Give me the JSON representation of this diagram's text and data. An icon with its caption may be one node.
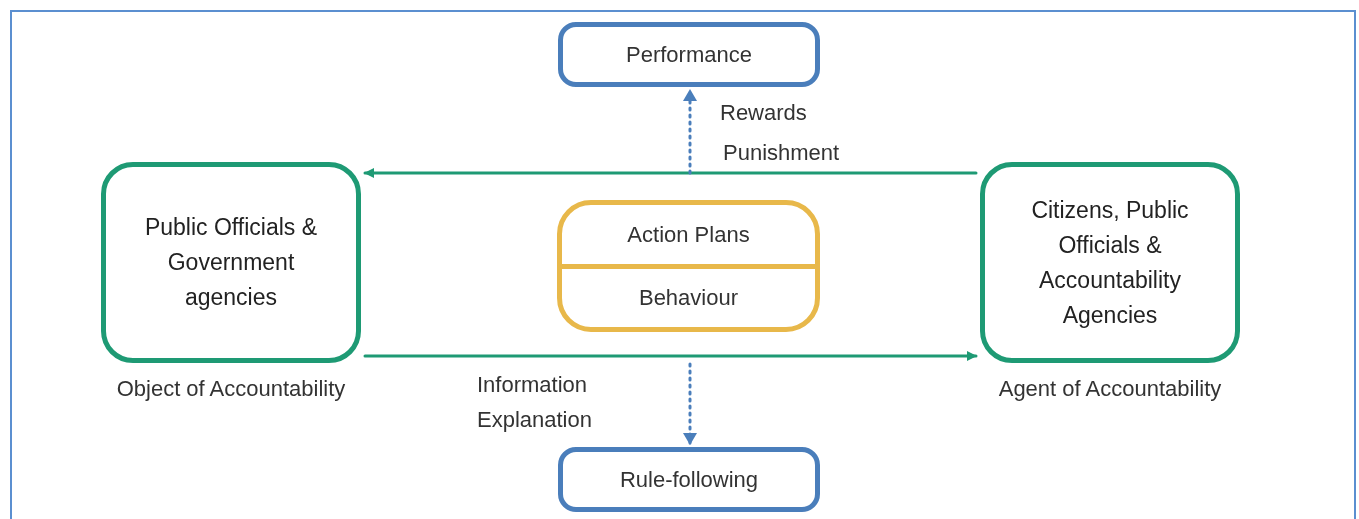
{
  "diagram": {
    "nodes": [
      {
        "text": [
          "Performance"
        ]
      },
      {
        "text": [
          "Public Officials & Government agencies"
        ],
        "beside": [
          "Object of Accountability"
        ]
      },
      {
        "text": [
          "Action Plans",
          "Behaviour"
        ]
      },
      {
        "text": [
          "Citizens, Public Officials & Accountability Agencies"
        ],
        "beside": [
          "Agent of Accountability"
        ]
      },
      {
        "text": [
          "Rule-following"
        ]
      }
    ],
    "edges": [
      {
        "from": 3,
        "to": 1,
        "arrow": "to"
      },
      {
        "from": null,
        "to": 0,
        "arrow": "to",
        "style": "dashed",
        "color": "#4a7ebb"
      },
      {
        "from": 1,
        "to": 3,
        "arrow": "to"
      },
      {
        "from": null,
        "to": 4,
        "arrow": "to",
        "style": "dashed",
        "color": "#4a7ebb"
      }
    ],
    "labels": [
      "Rewards",
      "Punishment",
      "Information",
      "Explanation"
    ]
  }
}
